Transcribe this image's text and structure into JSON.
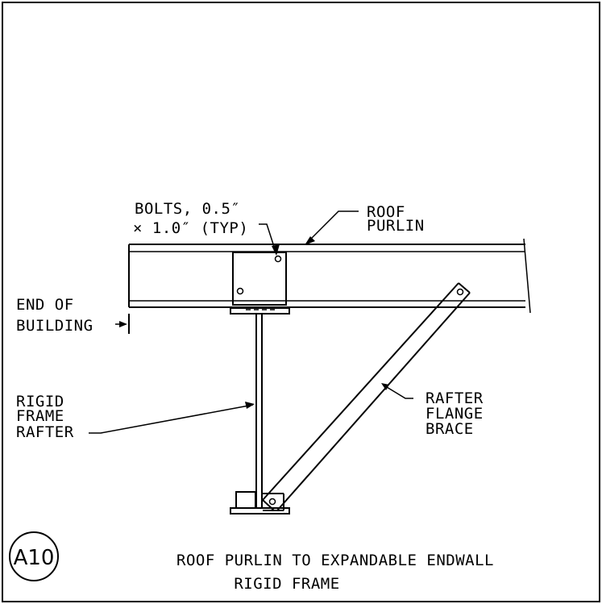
{
  "labels": {
    "bolts_line1": "BOLTS, 0.5″",
    "bolts_line2": "× 1.0″ (TYP)",
    "roof_line1": "ROOF",
    "roof_line2": "PURLIN",
    "end_line1": "END OF",
    "end_line2": "BUILDING",
    "rigid_line1": "RIGID",
    "rigid_line2": "FRAME",
    "rigid_line3": "RAFTER",
    "rafter_line1": "RAFTER",
    "rafter_line2": "FLANGE",
    "rafter_line3": "BRACE"
  },
  "detail": {
    "id": "A10",
    "title_line1": "ROOF PURLIN TO EXPANDABLE ENDWALL",
    "title_line2": "RIGID FRAME"
  }
}
